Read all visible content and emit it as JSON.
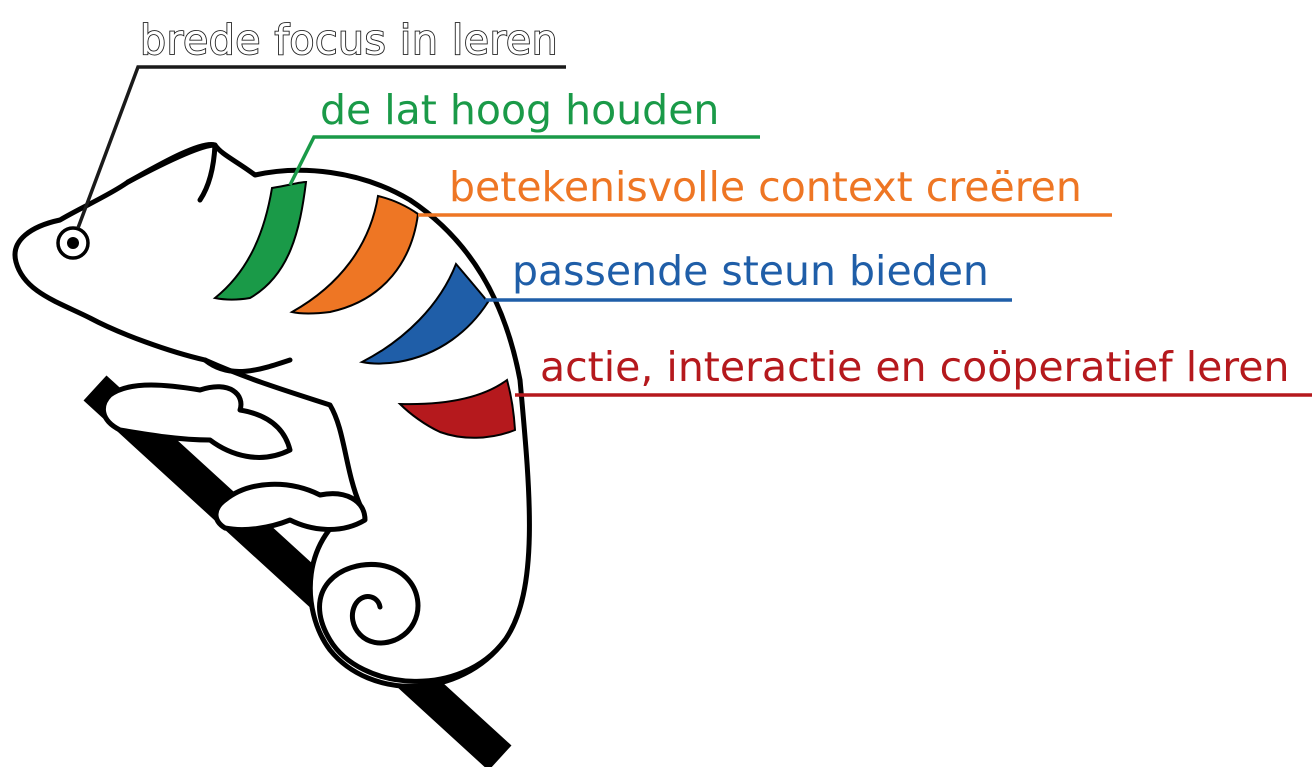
{
  "labels": {
    "brede": {
      "text": "brede focus in leren",
      "color": "#1a1a1a"
    },
    "lat": {
      "text": "de lat hoog houden",
      "color": "#1a9a48"
    },
    "context": {
      "text": "betekenisvolle context creëren",
      "color": "#ee7624"
    },
    "steun": {
      "text": "passende steun bieden",
      "color": "#1f5ea8"
    },
    "actie": {
      "text": "actie, interactie en coöperatief leren",
      "color": "#b5191d"
    }
  },
  "illustration": {
    "subject": "chameleon on a branch",
    "stripe_colors": [
      "#1a9a48",
      "#ee7624",
      "#1f5ea8",
      "#b5191d"
    ]
  }
}
